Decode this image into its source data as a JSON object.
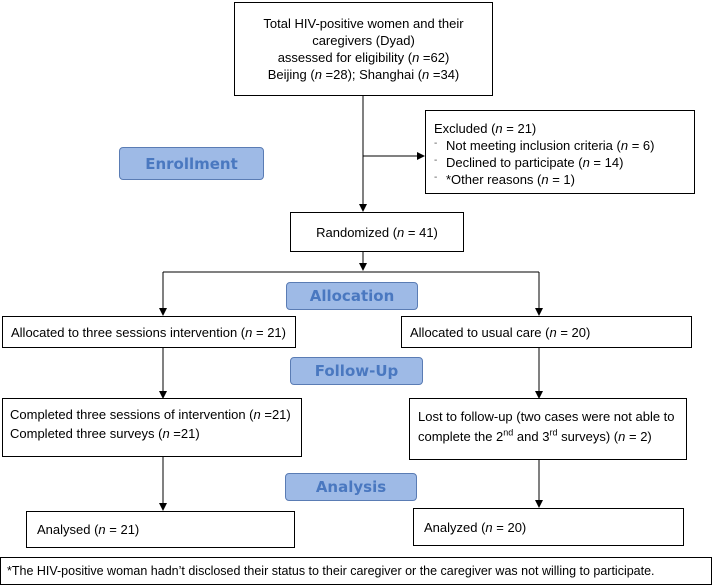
{
  "eligibility": {
    "line1": "Total HIV-positive women and their caregivers (Dyad)",
    "line2_pre": "assessed for eligibility (",
    "line2_n": "n",
    "line2_post": " =62)",
    "line3_a": "Beijing (",
    "line3_n1": "n",
    "line3_b": " =28); Shanghai (",
    "line3_n2": "n",
    "line3_c": " =34)"
  },
  "excluded": {
    "title_pre": "Excluded (",
    "title_n": "n",
    "title_post": " = 21)",
    "items": [
      {
        "pre": "Not meeting inclusion criteria (",
        "n": "n",
        "post": " = 6)"
      },
      {
        "pre": "Declined to participate (",
        "n": "n",
        "post": " = 14)"
      },
      {
        "pre": "*Other reasons (",
        "n": "n",
        "post": " = 1)"
      }
    ]
  },
  "stages": {
    "enrollment": "Enrollment",
    "allocation": "Allocation",
    "followup": "Follow-Up",
    "analysis": "Analysis"
  },
  "randomized": {
    "pre": "Randomized (",
    "n": "n",
    "post": " = 41)"
  },
  "alloc_left": {
    "pre": "Allocated to three sessions intervention (",
    "n": "n",
    "post": " = 21)"
  },
  "alloc_right": {
    "pre": "Allocated to usual care (",
    "n": "n",
    "post": " = 20)"
  },
  "follow_left": {
    "line1_pre": "Completed three sessions of intervention (",
    "line1_n": "n",
    "line1_post": " =21)",
    "line2_pre": "Completed three surveys (",
    "line2_n": "n",
    "line2_post": " =21)"
  },
  "follow_right": {
    "line1": "Lost to follow-up (two cases were not able to",
    "line2_a": "complete the 2",
    "sup1": "nd",
    "line2_b": " and 3",
    "sup2": "rd",
    "line2_c": " surveys) (",
    "line2_n": "n",
    "line2_d": " = 2)"
  },
  "analysed_left": {
    "pre": "Analysed (",
    "n": "n",
    "post": " = 21)"
  },
  "analysed_right": {
    "pre": "Analyzed (",
    "n": "n",
    "post": " = 20)"
  },
  "footnote": "*The HIV-positive woman hadn’t disclosed their status to their caregiver or the caregiver was not willing to participate."
}
